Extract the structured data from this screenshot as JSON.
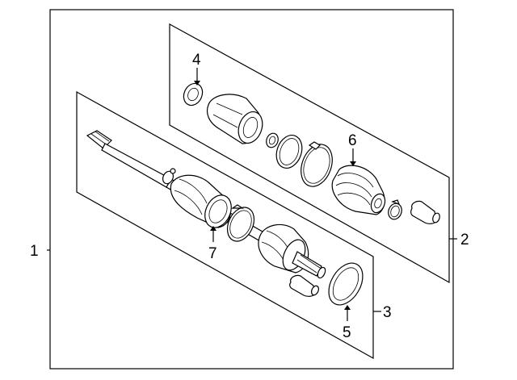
{
  "diagram": {
    "callouts": {
      "c1": "1",
      "c2": "2",
      "c3": "3",
      "c4": "4",
      "c5": "5",
      "c6": "6",
      "c7": "7"
    },
    "colors": {
      "stroke": "#000000",
      "background": "#ffffff"
    },
    "parts": [
      "outer-frame",
      "upper-panel",
      "lower-panel",
      "axle-shaft",
      "outer-cv-joint",
      "inner-cv-joint",
      "boots",
      "clamps",
      "seal",
      "dust-caps"
    ]
  }
}
